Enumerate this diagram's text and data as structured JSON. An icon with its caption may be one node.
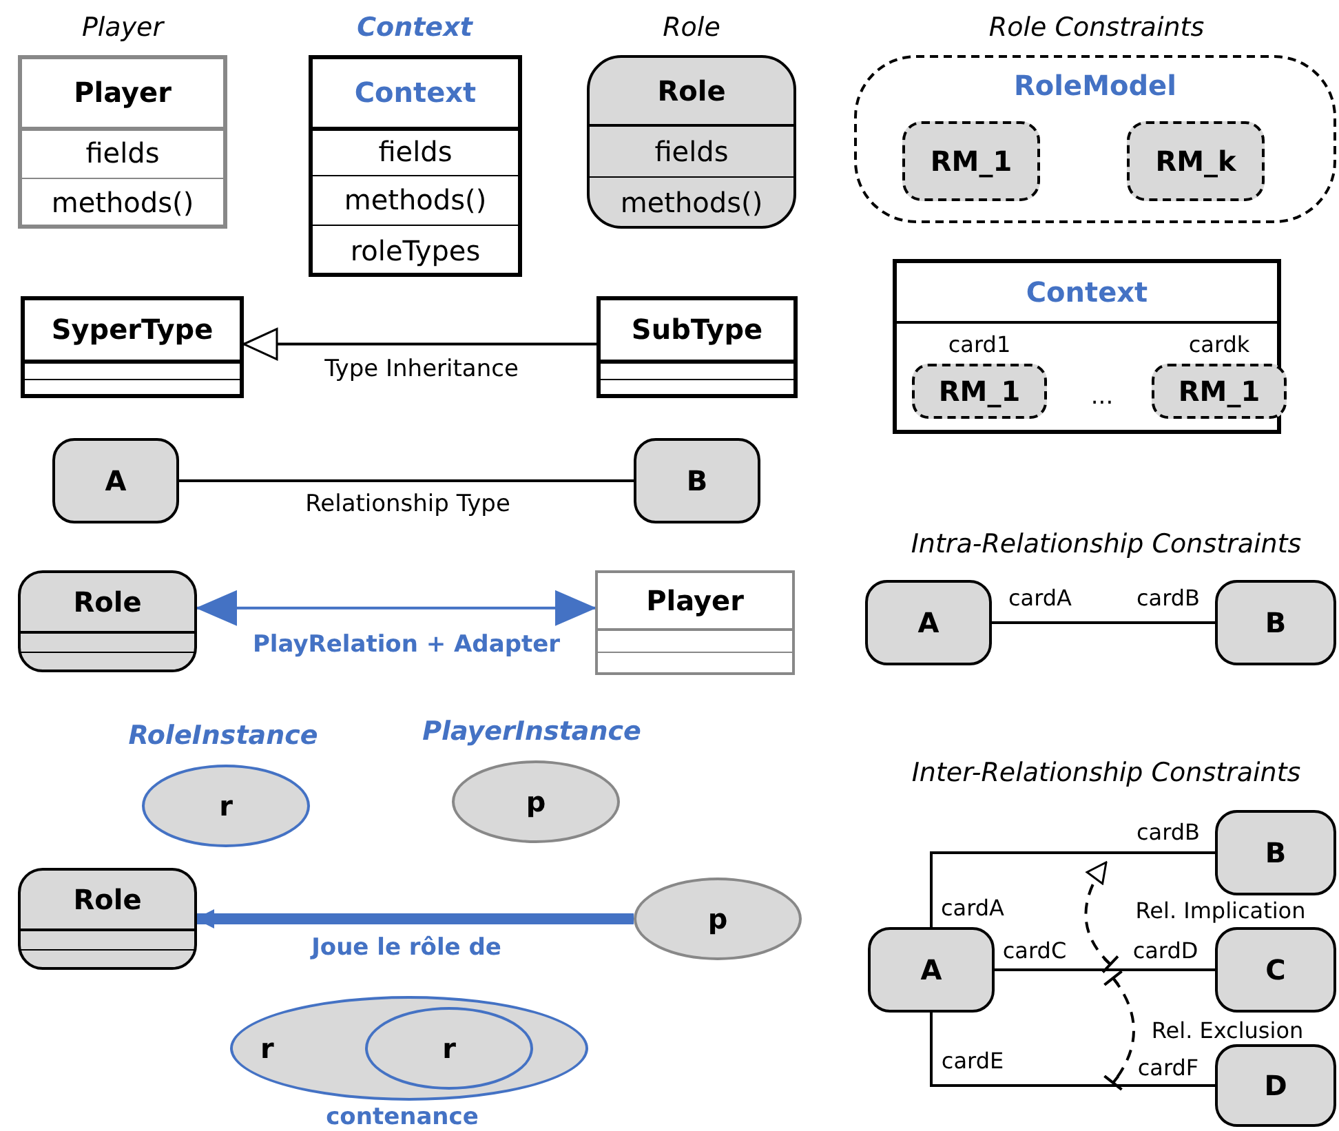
{
  "diagram": {
    "nodes": [
      {
        "text": [
          "Player",
          "fields",
          "methods()"
        ],
        "beside": [
          "Player"
        ]
      },
      {
        "text": [
          "Context",
          "fields",
          "methods()",
          "roleTypes"
        ],
        "beside": [
          "Context"
        ]
      },
      {
        "text": [
          "Role",
          "fields",
          "methods()"
        ],
        "beside": [
          "Role"
        ]
      },
      {
        "text": [
          "RoleModel"
        ]
      },
      {
        "text": [
          "RM_1"
        ],
        "in": 3
      },
      {
        "text": [
          "RM_k"
        ],
        "in": 3
      },
      {
        "text": [
          "Context"
        ]
      },
      {
        "text": [
          "RM_1"
        ],
        "in": 6,
        "beside": [
          "card1"
        ]
      },
      {
        "text": [
          "RM_1"
        ],
        "in": 6,
        "beside": [
          "cardk"
        ]
      },
      {
        "text": [
          "SyperType"
        ]
      },
      {
        "text": [
          "SubType"
        ]
      },
      {
        "text": [
          "A"
        ]
      },
      {
        "text": [
          "B"
        ]
      },
      {
        "text": [
          "Role"
        ]
      },
      {
        "text": [
          "Player"
        ]
      },
      {
        "text": [
          "A"
        ]
      },
      {
        "text": [
          "B"
        ]
      },
      {
        "text": [
          "r"
        ],
        "beside": [
          "RoleInstance"
        ]
      },
      {
        "text": [
          "p"
        ],
        "beside": [
          "PlayerInstance"
        ]
      },
      {
        "text": [
          "Role"
        ]
      },
      {
        "text": [
          "p"
        ]
      },
      {
        "text": [
          "r"
        ],
        "beside": [
          "contenance"
        ]
      },
      {
        "text": [
          "r"
        ],
        "in": 21
      },
      {
        "text": [
          "A"
        ]
      },
      {
        "text": [
          "B"
        ]
      },
      {
        "text": [
          "C"
        ]
      },
      {
        "text": [
          "D"
        ]
      }
    ],
    "edges": [
      {
        "from": 10,
        "to": 9,
        "arrow": "to",
        "label": "Type Inheritance"
      },
      {
        "from": 11,
        "to": 12,
        "arrow": "none",
        "label": "Relationship Type"
      },
      {
        "from": 13,
        "to": 14,
        "arrow": "both",
        "label": "PlayRelation + Adapter",
        "color": "#4472c4"
      },
      {
        "from": 15,
        "to": 16,
        "arrow": "none"
      },
      {
        "from": 20,
        "to": 19,
        "arrow": "to",
        "label": "Joue le rôle de",
        "style": "thick",
        "color": "#4472c4"
      },
      {
        "from": 23,
        "to": 24,
        "arrow": "none"
      },
      {
        "from": 23,
        "to": 25,
        "arrow": "none"
      },
      {
        "from": 23,
        "to": 26,
        "arrow": "none"
      }
    ],
    "labels": [
      "Role Constraints",
      "...",
      "Intra-Relationship Constraints",
      "cardA",
      "cardB",
      "Inter-Relationship Constraints",
      "cardB",
      "cardA",
      "Rel. Implication",
      "cardC",
      "cardD",
      "Rel. Exclusion",
      "cardE",
      "cardF"
    ]
  }
}
